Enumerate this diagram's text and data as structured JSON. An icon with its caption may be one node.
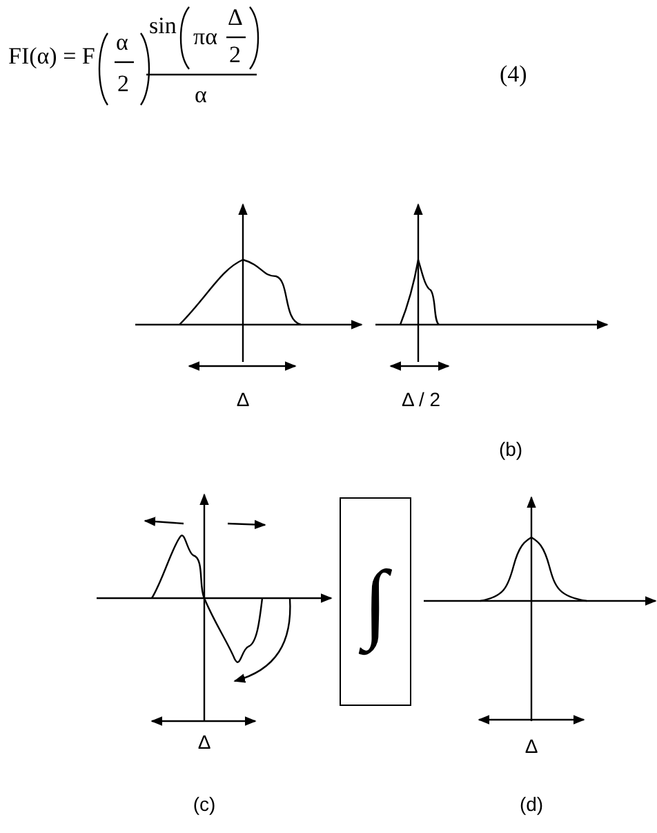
{
  "diagram": {
    "nodes": [
      {
        "text": [
          "∫"
        ]
      }
    ],
    "edges": [],
    "labels": [
      "FI(α) = F",
      "α",
      "2",
      "sin",
      "πα",
      "Δ",
      "2",
      "α",
      "(4)",
      "Δ",
      "Δ / 2",
      "(b)",
      "Δ",
      "(c)",
      "Δ",
      "(d)"
    ]
  }
}
